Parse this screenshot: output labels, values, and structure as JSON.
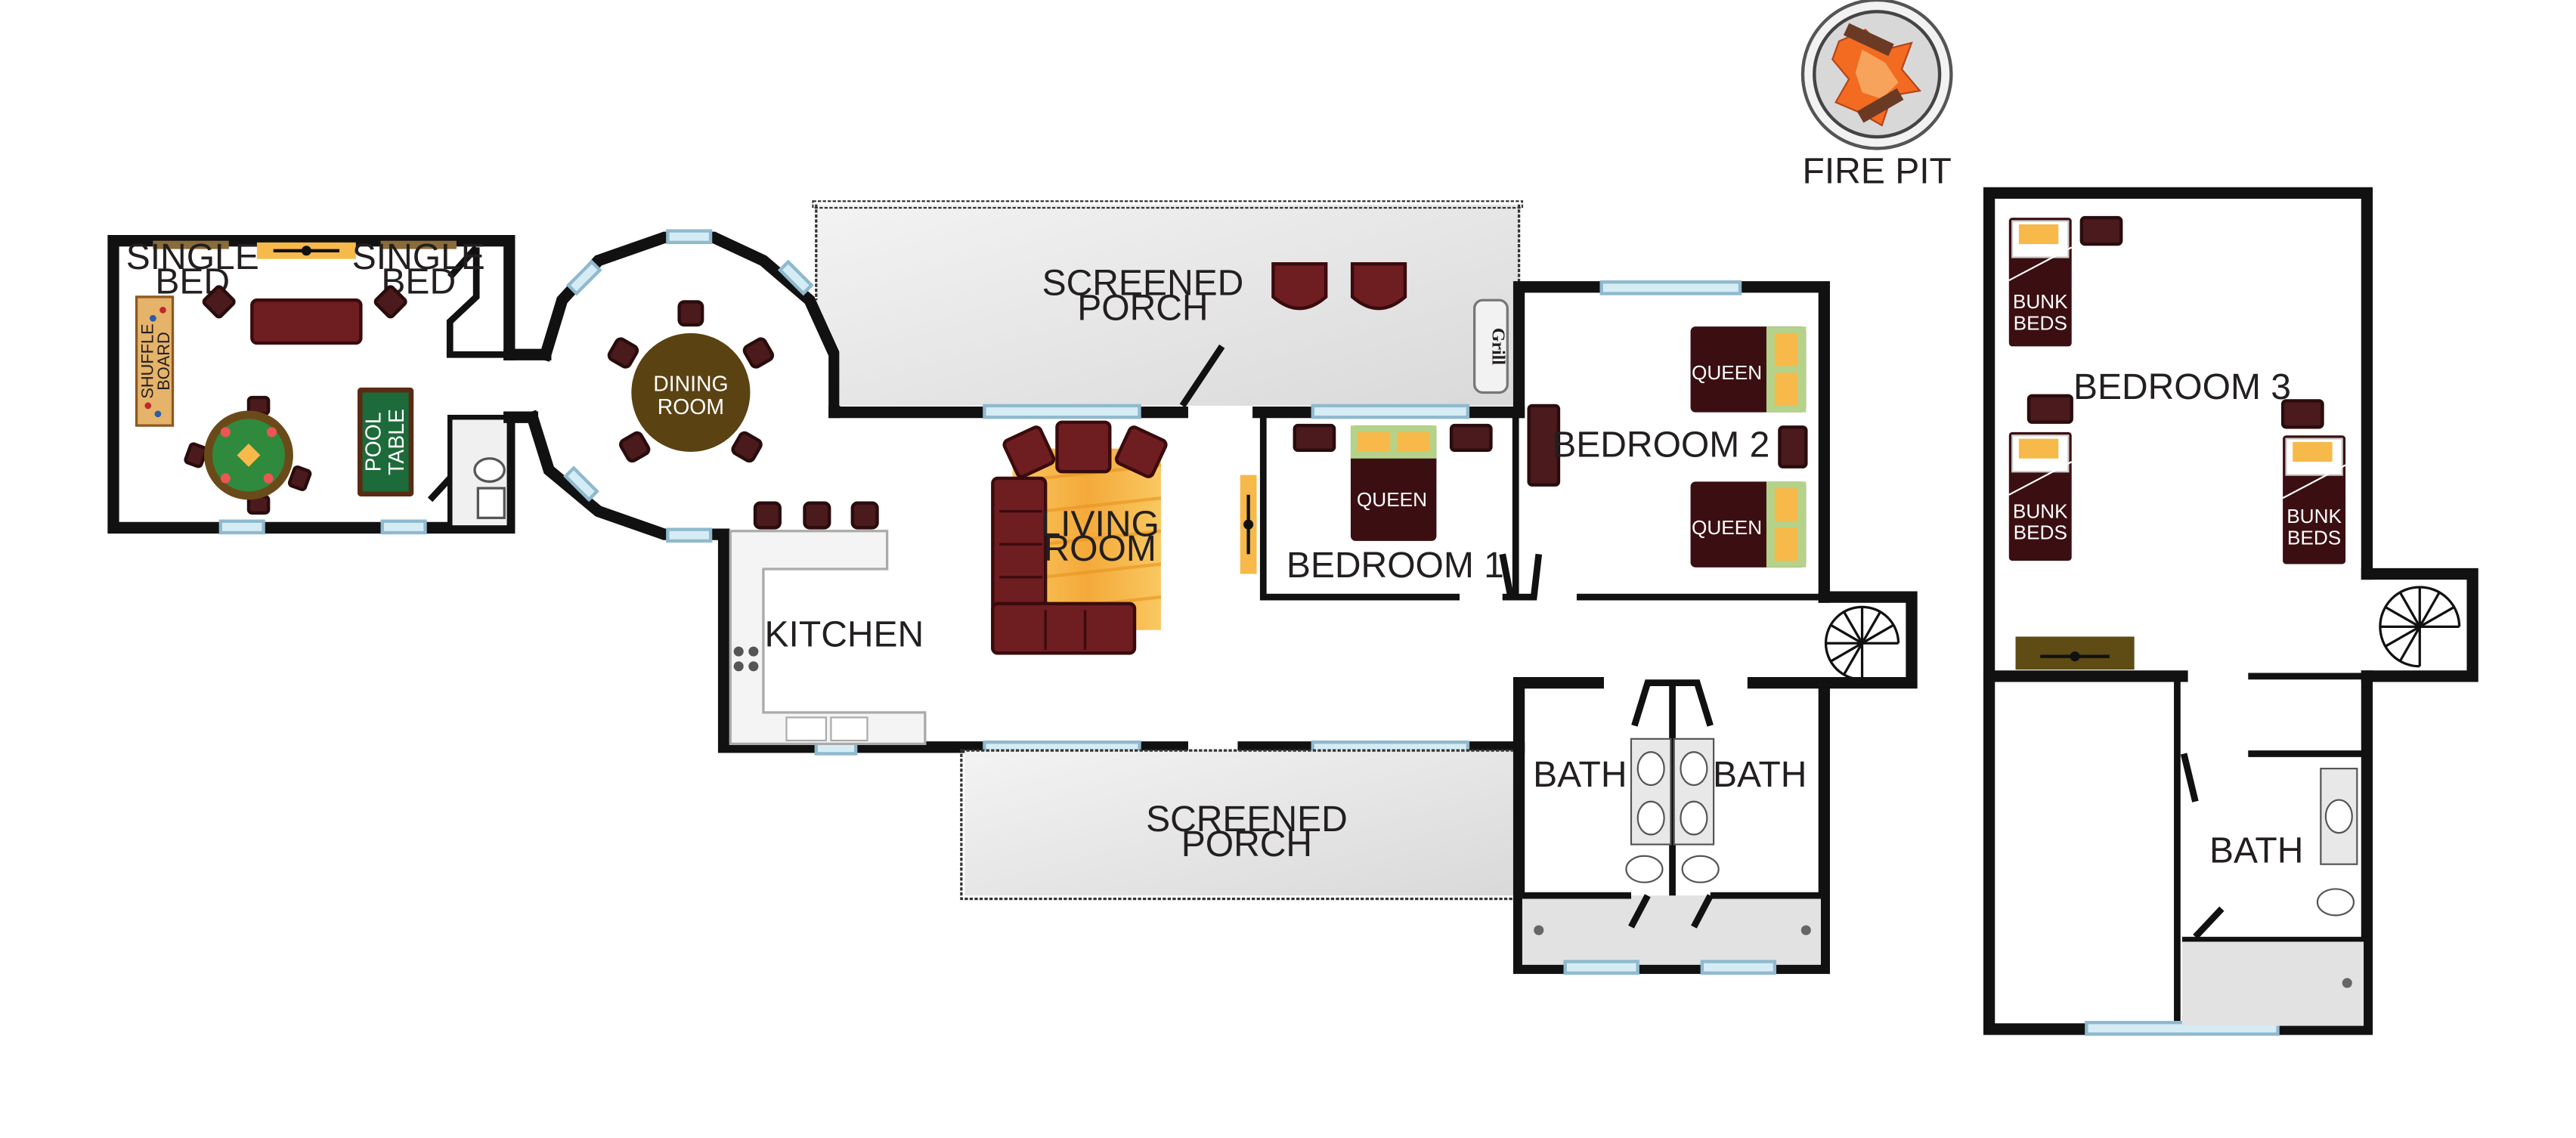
{
  "rooms": {
    "fire_pit": "FIRE PIT",
    "screened_porch_top": [
      "SCREENED",
      "PORCH"
    ],
    "screened_porch_bottom": [
      "SCREENED",
      "PORCH"
    ],
    "grill": "Grill",
    "single_bed_left": [
      "SINGLE",
      "BED"
    ],
    "single_bed_right": [
      "SINGLE",
      "BED"
    ],
    "shuffle_board": [
      "SHUFFLE",
      "BOARD"
    ],
    "pool_table": [
      "POOL",
      "TABLE"
    ],
    "dining_room": [
      "DINING",
      "ROOM"
    ],
    "living_room": [
      "LIVING",
      "ROOM"
    ],
    "kitchen": "KITCHEN",
    "bedroom_1": "BEDROOM 1",
    "bedroom_2": "BEDROOM 2",
    "bedroom_3": "BEDROOM 3",
    "queen": "QUEEN",
    "bunk_beds": [
      "BUNK",
      "BEDS"
    ],
    "bath": "BATH"
  },
  "colors": {
    "wall": "#111111",
    "window": "#d6ecf5",
    "furniture": "#4a1a1c",
    "rug": "#f7b94a",
    "porch": "#e6e6e6",
    "pool_table": "#1d6b3a",
    "dining_table": "#5b4212",
    "fire": "#f26b21"
  }
}
